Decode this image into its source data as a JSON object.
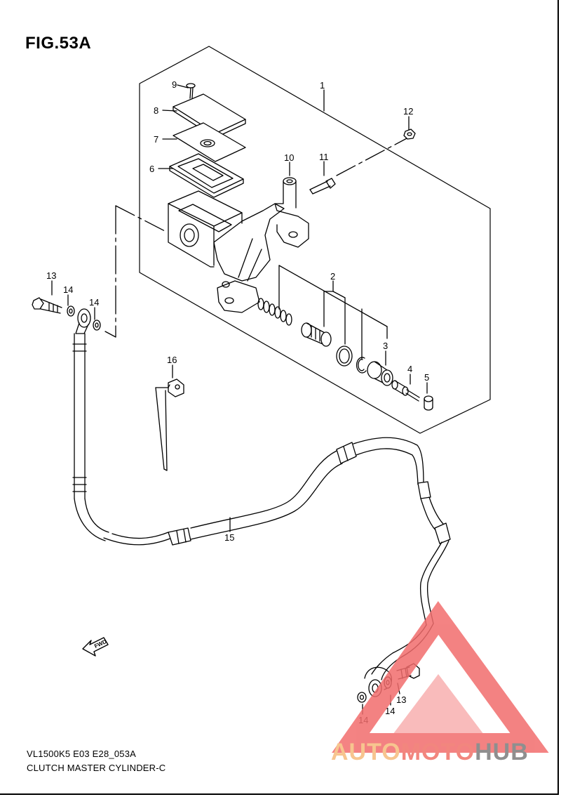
{
  "figure": {
    "title": "FIG.53A"
  },
  "footer": {
    "model_code": "VL1500K5 E03 E28_053A",
    "caption": "CLUTCH MASTER CYLINDER-C"
  },
  "callouts": {
    "c1": "1",
    "c2": "2",
    "c3": "3",
    "c4": "4",
    "c5": "5",
    "c6": "6",
    "c7": "7",
    "c8": "8",
    "c9": "9",
    "c10": "10",
    "c11": "11",
    "c12": "12",
    "c13a": "13",
    "c13b": "13",
    "c14a": "14",
    "c14b": "14",
    "c14c": "14",
    "c14d": "14",
    "c15": "15",
    "c16": "16"
  },
  "fwd_arrow": {
    "label": "FWD"
  },
  "watermark": {
    "part1": "AUTO",
    "part2": "MOTO",
    "part3": "HUB",
    "colors": {
      "auto": "#f7c58f",
      "moto": "#f2867e",
      "hub": "#8f8f8f",
      "triangle": "#f26d6d"
    }
  }
}
